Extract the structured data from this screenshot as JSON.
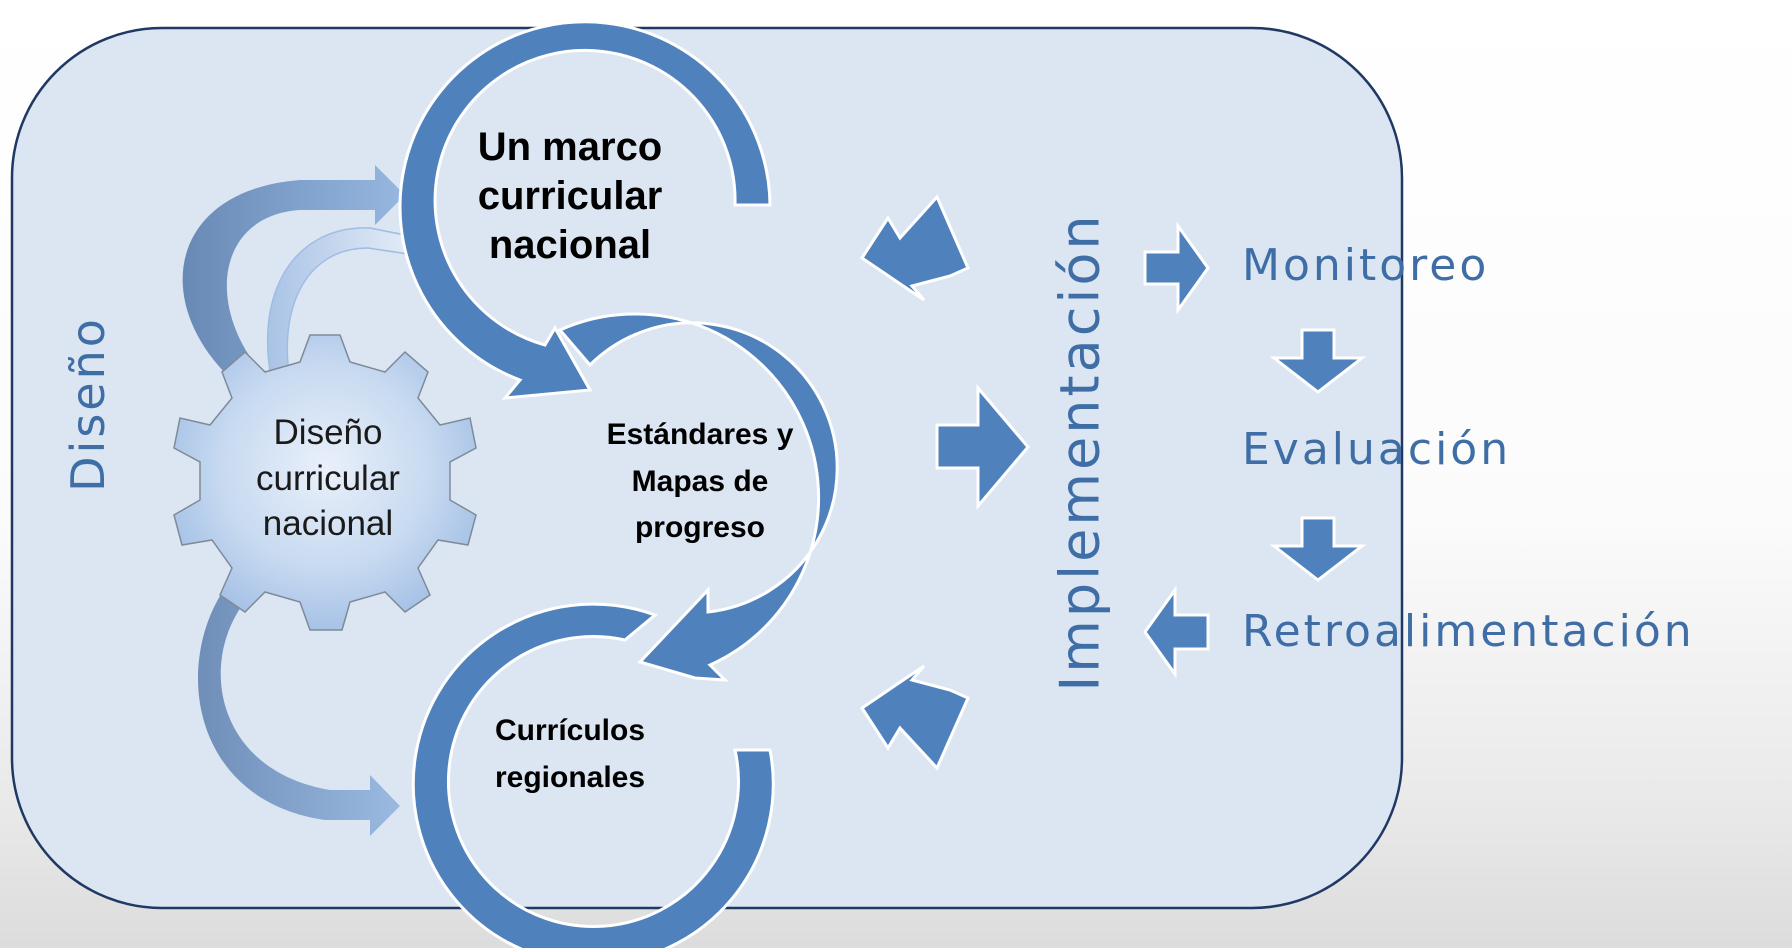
{
  "diagram": {
    "design_label": "Diseño",
    "gear_label_lines": [
      "Diseño",
      "curricular",
      "nacional"
    ],
    "cycle_1_lines": [
      "Un marco",
      "curricular",
      "nacional"
    ],
    "cycle_2_lines": [
      "Estándares y",
      "Mapas de",
      "progreso"
    ],
    "cycle_3_lines": [
      "Currículos",
      "regionales"
    ],
    "implementation_label": "Implementación",
    "steps": [
      "Monitoreo",
      "Evaluación",
      "Retroalimentación"
    ],
    "colors": {
      "panel_fill": "#dce6f2",
      "panel_border": "#1f3864",
      "arrow_blue": "#4f81bd",
      "text_blue": "#3f6ea6",
      "gear_fill": "#c6d9f1"
    }
  }
}
